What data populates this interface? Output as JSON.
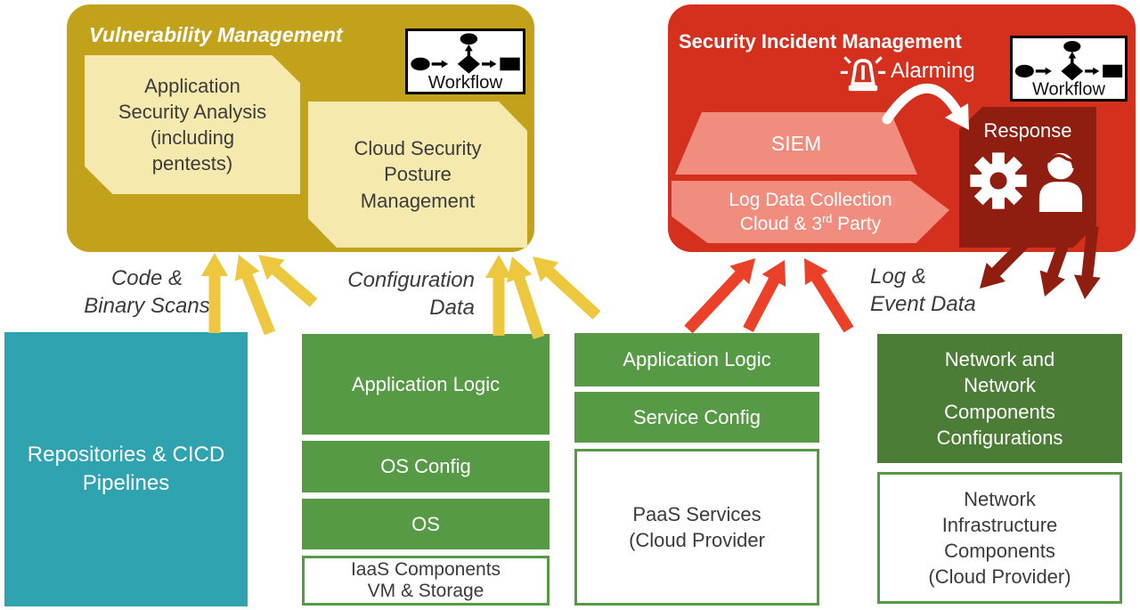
{
  "colors": {
    "gold": "#C3A21B",
    "light_yellow": "#F6E9AE",
    "yellow_arrow": "#EDC73D",
    "red": "#D5301E",
    "salmon": "#F08D7E",
    "dark_red": "#8F1D10",
    "red_arrow": "#EC4129",
    "teal": "#2FA3AF",
    "green": "#579A46",
    "dark_green": "#4C7D37",
    "text_dark": "#3B3B3B",
    "white": "#FFFFFF"
  },
  "vulnerability_management": {
    "title": "Vulnerability Management",
    "workflow_label": "Workflow",
    "app_security_analysis": "Application\nSecurity Analysis\n(including\npentests)",
    "cloud_security_posture": "Cloud Security\nPosture\nManagement"
  },
  "security_incident_management": {
    "title": "Security Incident Management",
    "workflow_label": "Workflow",
    "alarming_label": "Alarming",
    "siem_label": "SIEM",
    "log_collection": {
      "line1": "Log Data Collection",
      "line2_pre": "Cloud & 3",
      "line2_sup": "rd",
      "line2_post": " Party"
    },
    "response_label": "Response"
  },
  "flow_labels": {
    "code_binary_scans": "Code &\nBinary Scans",
    "configuration_data": "Configuration\nData",
    "log_event_data": "Log &\nEvent Data"
  },
  "sources": {
    "repositories": "Repositories & CICD\nPipelines",
    "stack_os": [
      "Application Logic",
      "OS Config",
      "OS",
      "IaaS Components\nVM & Storage"
    ],
    "stack_paas": [
      "Application Logic",
      "Service Config",
      "PaaS Services\n(Cloud Provider"
    ],
    "stack_network": [
      "Network and\nNetwork\nComponents\nConfigurations",
      "Network\nInfrastructure\nComponents\n(Cloud Provider)"
    ]
  }
}
